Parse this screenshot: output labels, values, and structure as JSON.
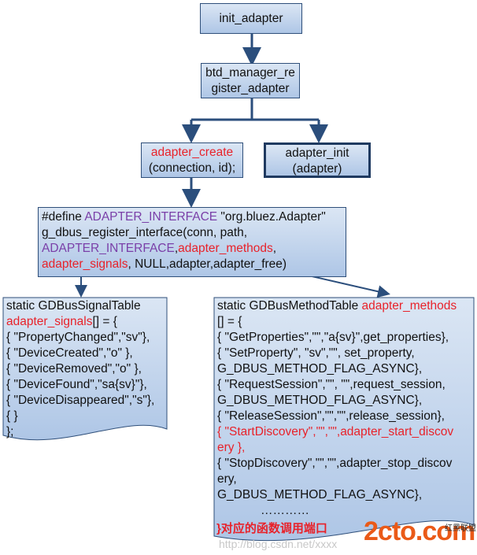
{
  "boxes": {
    "init": "init_adapter",
    "register": [
      "btd_manager_re",
      "gister_adapter"
    ],
    "create": {
      "name": "adapter_create",
      "args": "(connection, id);"
    },
    "init2": [
      "adapter_init",
      "(adapter)"
    ],
    "define": {
      "l1_a": "#define ",
      "l1_b": "ADAPTER_INTERFACE",
      "l1_c": " \"org.bluez.Adapter\"",
      "l2": "g_dbus_register_interface(conn, path,",
      "l3_a": "ADAPTER_INTERFACE",
      "l3_b": ",",
      "l3_c": "adapter_methods",
      "l3_d": ",",
      "l4_a": "adapter_signals",
      "l4_b": ", NULL,adapter,adapter_free)"
    }
  },
  "signals": {
    "title": "static GDBusSignalTable",
    "name": "adapter_signals",
    "decl_tail": "[] = {",
    "rows": [
      "{ \"PropertyChanged\",\"sv\"},",
      "{ \"DeviceCreated\",\"o\"     },",
      "{ \"DeviceRemoved\",\"o\"   },",
      "{ \"DeviceFound\",\"sa{sv}\"},",
      "{ \"DeviceDisappeared\",\"s\"},",
      "{ }",
      "};"
    ]
  },
  "methods": {
    "title": "static GDBusMethodTable ",
    "name": "adapter_methods",
    "decl_tail": "[] = {",
    "rows": [
      "{ \"GetProperties\",\"\",\"a{sv}\",get_properties},",
      "{ \"SetProperty\", \"sv\",\"\",  set_property,",
      "G_DBUS_METHOD_FLAG_ASYNC},",
      "{ \"RequestSession\",\"\",   \"\",request_session,",
      "G_DBUS_METHOD_FLAG_ASYNC},",
      "{ \"ReleaseSession\",\"\",\"\",release_session},"
    ],
    "highlight": "{ \"StartDiscovery\",\"\",\"\",adapter_start_discov",
    "highlight2": "ery },",
    "rows2": [
      "{ \"StopDiscovery\",\"\",\"\",adapter_stop_discov",
      "ery,",
      "G_DBUS_METHOD_FLAG_ASYNC},",
      "…………"
    ]
  },
  "footer_note": "}对应的函数调用端口",
  "logo": {
    "main": "2cto.com",
    "sub1": "红黑联盟",
    "sub2": ""
  },
  "watermark": "http://blog.csdn.net/xxxx",
  "colors": {
    "box_fill_top": "#dbe6f4",
    "box_fill_bottom": "#aec6e6",
    "border": "#2f4f7a",
    "arrow": "#2b4e7c",
    "red": "#e8222a",
    "purple": "#7a3fa8"
  }
}
